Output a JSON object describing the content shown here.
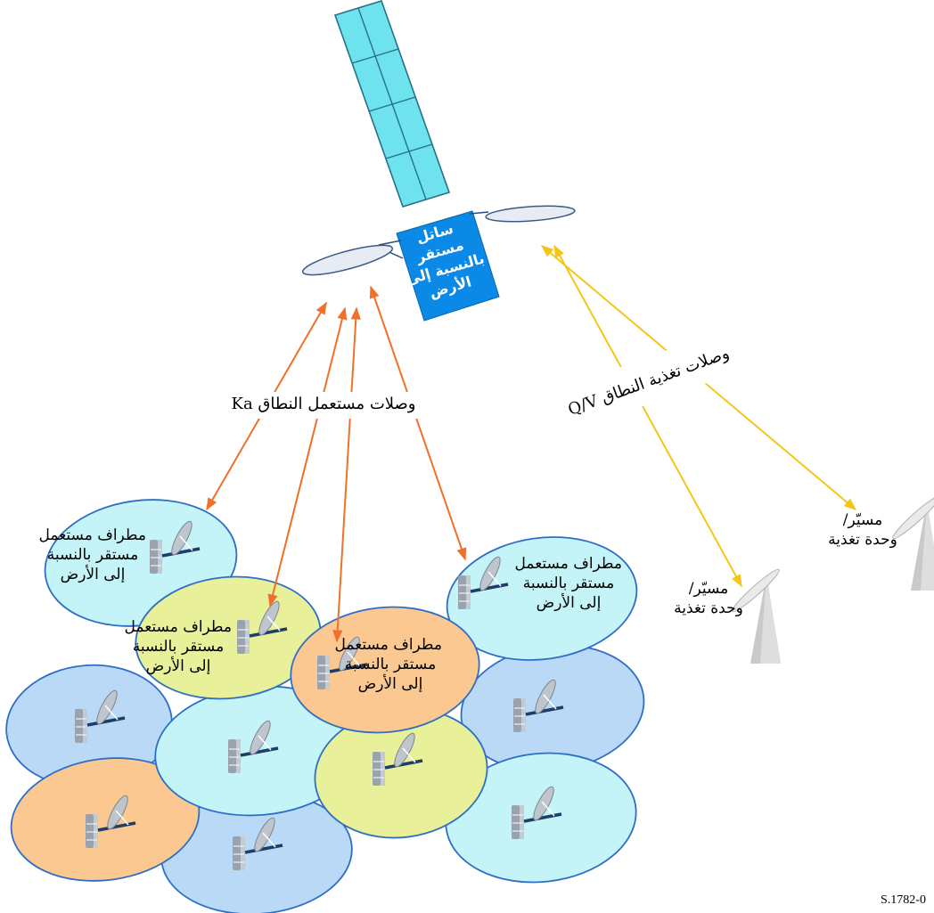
{
  "satellite": {
    "label_lines": [
      "ساتل مستقر",
      "بالنسبة إلى",
      "الأرض"
    ]
  },
  "links": {
    "ka_user_label": "وصلات مستعمل النطاق Ka",
    "qv_feeder_label": "وصلات تغذية النطاق Q/V"
  },
  "user_terminals": [
    {
      "label_lines": [
        "مطراف مستعمل",
        "مستقر بالنسبة",
        "إلى الأرض"
      ]
    },
    {
      "label_lines": [
        "مطراف مستعمل",
        "مستقر بالنسبة",
        "إلى الأرض"
      ]
    },
    {
      "label_lines": [
        "مطراف مستعمل",
        "مستقر بالنسبة",
        "إلى الأرض"
      ]
    },
    {
      "label_lines": [
        "مطراف مستعمل",
        "مستقر بالنسبة",
        "إلى الأرض"
      ]
    }
  ],
  "gateways": [
    {
      "label_lines": [
        "مسيّر/",
        "وحدة تغذية"
      ]
    },
    {
      "label_lines": [
        "مسيّر/",
        "وحدة تغذية"
      ]
    }
  ],
  "figure_id": "S.1782-0",
  "colors": {
    "solar_panel": "#6EE3EE",
    "satellite_body": "#0A8AE6",
    "ka_link": "#F0702A",
    "qv_link": "#F5C518",
    "cell_cyan": "#C4F3F8",
    "cell_yellow": "#E8F099",
    "cell_orange": "#FAC890",
    "cell_blue": "#B9D9F7",
    "cell_stroke": "#2E6FC4"
  }
}
